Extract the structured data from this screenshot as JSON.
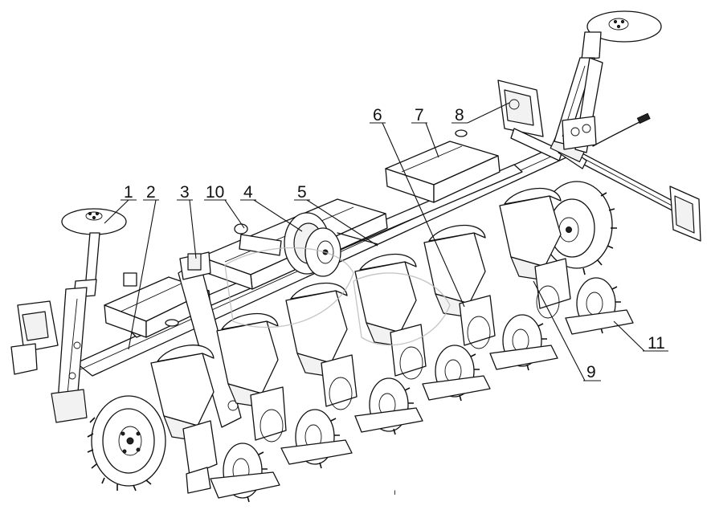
{
  "drawing": {
    "page_mark": "ı",
    "callouts": [
      {
        "label": "1"
      },
      {
        "label": "2"
      },
      {
        "label": "3"
      },
      {
        "label": "10"
      },
      {
        "label": "4"
      },
      {
        "label": "5"
      },
      {
        "label": "6"
      },
      {
        "label": "7"
      },
      {
        "label": "8"
      },
      {
        "label": "9"
      },
      {
        "label": "11"
      }
    ]
  }
}
